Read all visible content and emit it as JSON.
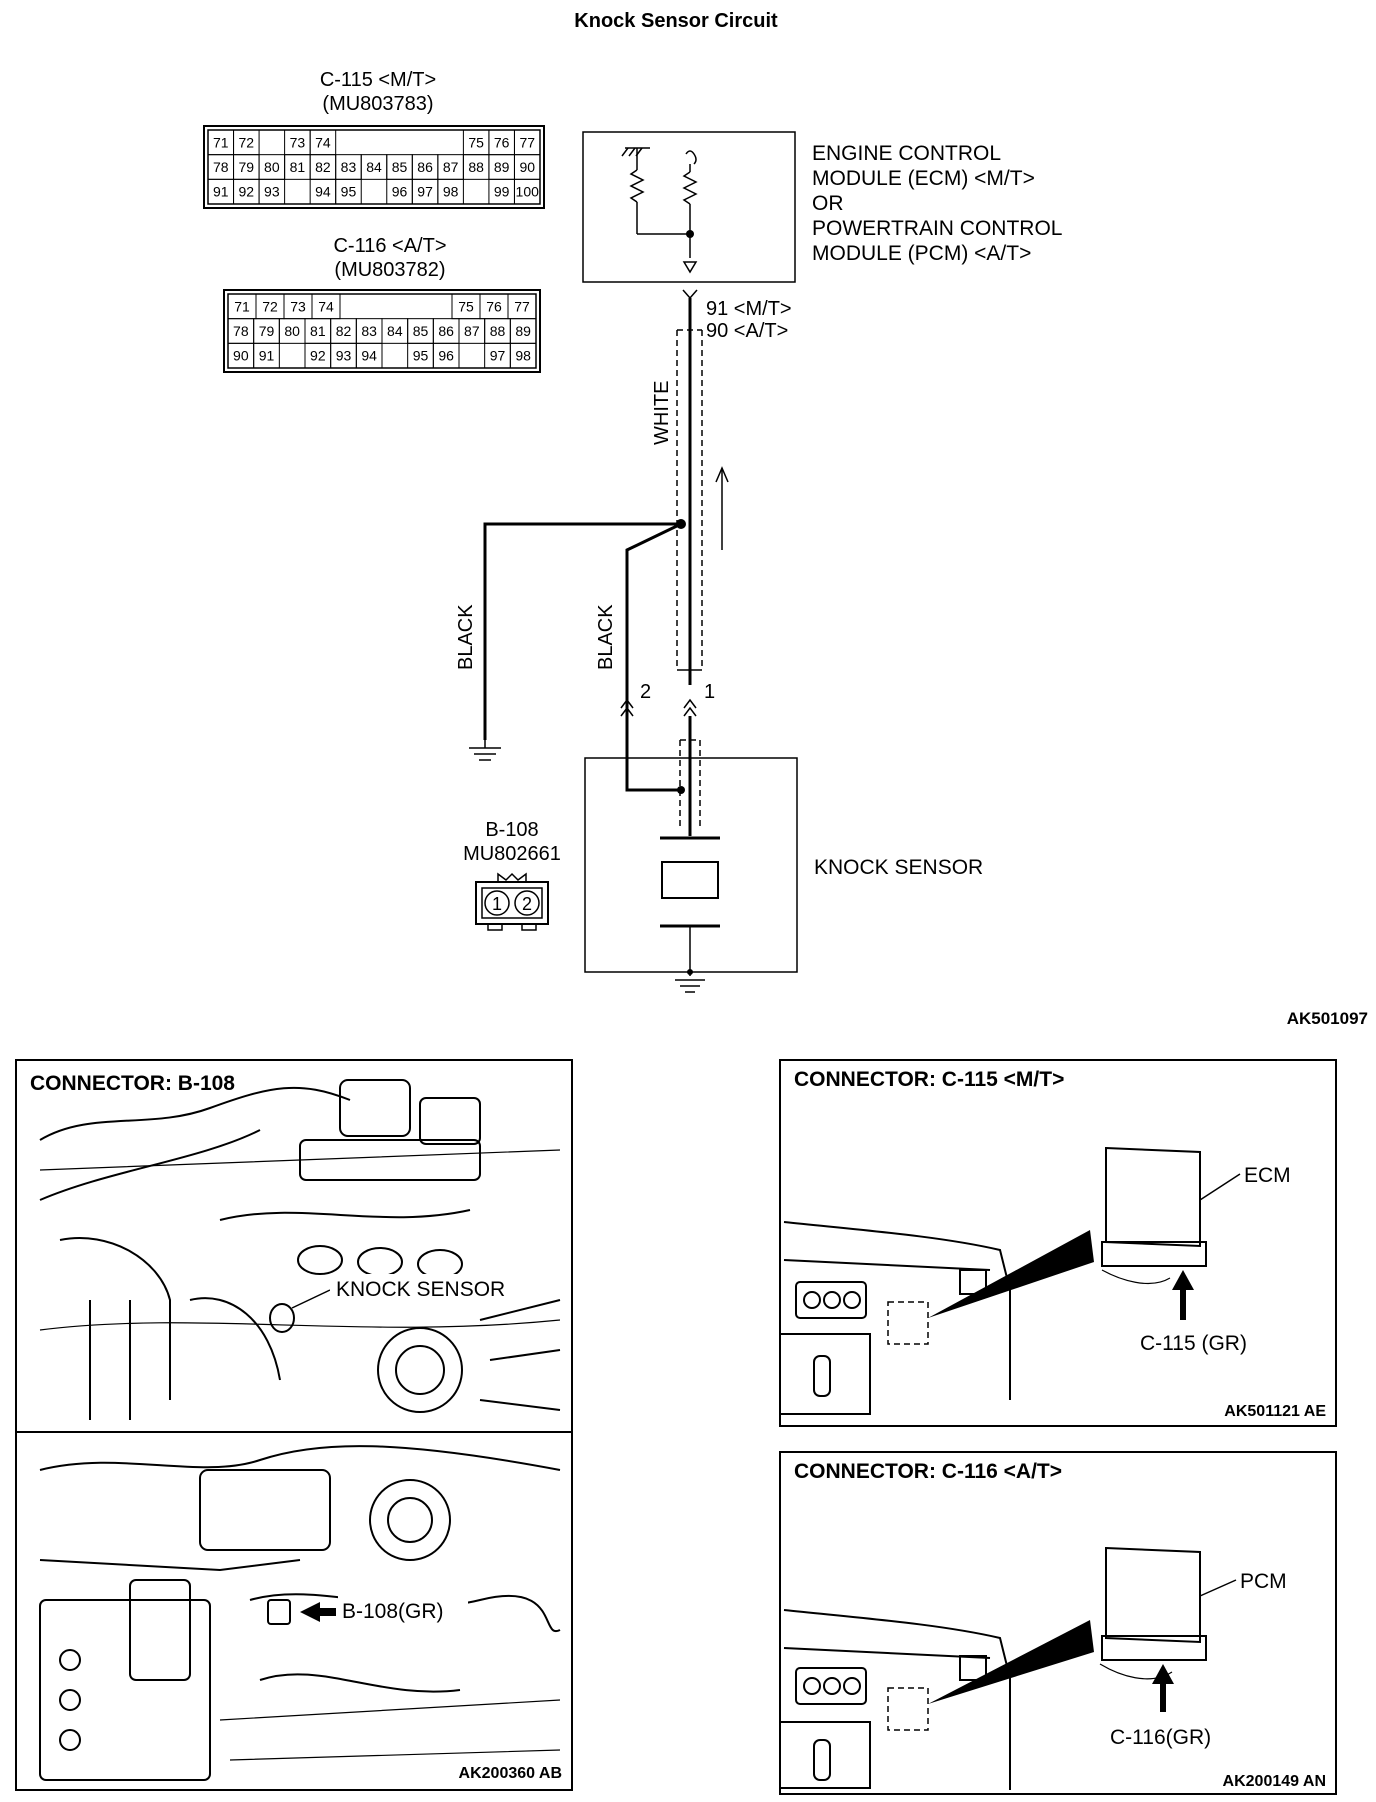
{
  "title": "Knock Sensor Circuit",
  "connectors": {
    "c115": {
      "label": "C-115 <M/T>",
      "part": "(MU803783)",
      "rows": [
        [
          "71",
          "72",
          "",
          "73",
          "74",
          "",
          "",
          "",
          "",
          "",
          "75",
          "76",
          "77"
        ],
        [
          "78",
          "79",
          "80",
          "81",
          "82",
          "83",
          "84",
          "85",
          "86",
          "87",
          "88",
          "89",
          "90"
        ],
        [
          "91",
          "92",
          "93",
          "",
          "94",
          "95",
          "",
          "96",
          "97",
          "98",
          "",
          "99",
          "100"
        ]
      ]
    },
    "c116": {
      "label": "C-116 <A/T>",
      "part": "(MU803782)",
      "rows": [
        [
          "71",
          "72",
          "73",
          "74",
          "",
          "",
          "",
          "",
          "75",
          "76",
          "77"
        ],
        [
          "78",
          "79",
          "80",
          "81",
          "82",
          "83",
          "84",
          "85",
          "86",
          "87",
          "88",
          "89"
        ],
        [
          "90",
          "91",
          "",
          "92",
          "93",
          "94",
          "",
          "95",
          "96",
          "",
          "97",
          "98"
        ]
      ]
    },
    "b108": {
      "label": "B-108",
      "part": "MU802661",
      "pins": [
        "1",
        "2"
      ]
    }
  },
  "ecm_box": {
    "line1": "ENGINE CONTROL",
    "line2": "MODULE (ECM) <M/T>",
    "line3": "OR",
    "line4": "POWERTRAIN CONTROL",
    "line5": "MODULE (PCM) <A/T>"
  },
  "pins": {
    "mt": "91 <M/T>",
    "at": "90 <A/T>",
    "sensor_pin1": "1",
    "sensor_pin2": "2"
  },
  "wires": {
    "white": "WHITE",
    "black_left": "BLACK",
    "black_right": "BLACK"
  },
  "knock_sensor_label": "KNOCK SENSOR",
  "diagram_code": "AK501097",
  "panels": {
    "b108": {
      "title": "CONNECTOR: B-108",
      "knock_label": "KNOCK SENSOR",
      "connector_label": "B-108(GR)",
      "code": "AK200360 AB"
    },
    "c115": {
      "title": "CONNECTOR: C-115 <M/T>",
      "module_label": "ECM",
      "connector_label": "C-115 (GR)",
      "code": "AK501121 AE"
    },
    "c116": {
      "title": "CONNECTOR: C-116 <A/T>",
      "module_label": "PCM",
      "connector_label": "C-116(GR)",
      "code": "AK200149 AN"
    }
  }
}
